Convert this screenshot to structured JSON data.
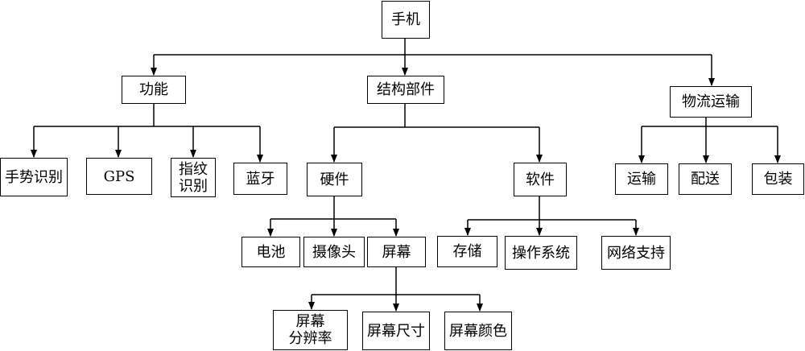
{
  "diagram": {
    "root": {
      "label": "手机"
    },
    "functions": {
      "label": "功能",
      "children": [
        {
          "label": "手势识别"
        },
        {
          "label": "GPS"
        },
        {
          "label": "指纹识别",
          "lines": [
            "指纹",
            "识别"
          ]
        },
        {
          "label": "蓝牙"
        }
      ]
    },
    "structure": {
      "label": "结构部件",
      "hardware": {
        "label": "硬件",
        "children": [
          {
            "label": "电池"
          },
          {
            "label": "摄像头"
          },
          {
            "label": "屏幕"
          }
        ],
        "screen_children": [
          {
            "label": "屏幕分辨率",
            "lines": [
              "屏幕",
              "分辨率"
            ]
          },
          {
            "label": "屏幕尺寸"
          },
          {
            "label": "屏幕颜色"
          }
        ]
      },
      "software": {
        "label": "软件",
        "children": [
          {
            "label": "存储"
          },
          {
            "label": "操作系统"
          },
          {
            "label": "网络支持"
          }
        ]
      }
    },
    "logistics": {
      "label": "物流运输",
      "children": [
        {
          "label": "运输"
        },
        {
          "label": "配送"
        },
        {
          "label": "包装"
        }
      ]
    }
  }
}
